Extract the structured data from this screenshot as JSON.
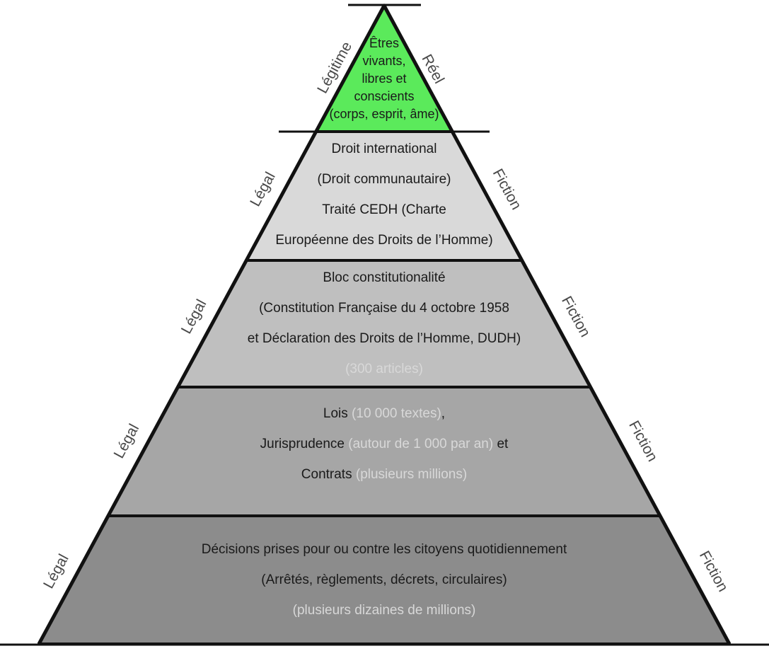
{
  "pyramid": {
    "apex": {
      "fill": "#5bea5b",
      "lines": [
        "Êtres",
        "vivants,",
        "libres et",
        "conscients",
        "(corps, esprit, âme)"
      ],
      "left_label": "Légitime",
      "right_label": "Réel"
    },
    "tiers": [
      {
        "fill": "#d9d9d9",
        "left_label": "Légal",
        "right_label": "Fiction",
        "lines": [
          [
            {
              "t": "Droit international"
            }
          ],
          [
            {
              "t": "(Droit communautaire)"
            }
          ],
          [
            {
              "t": "Traité CEDH (Charte"
            }
          ],
          [
            {
              "t": "Européenne des Droits de l’Homme)"
            }
          ]
        ]
      },
      {
        "fill": "#bfbfbf",
        "left_label": "Légal",
        "right_label": "Fiction",
        "lines": [
          [
            {
              "t": "Bloc constitutionalité"
            }
          ],
          [
            {
              "t": "(Constitution Française du 4 octobre 1958"
            }
          ],
          [
            {
              "t": "et Déclaration des Droits de l’Homme, DUDH)"
            }
          ],
          [
            {
              "t": "(300 articles)",
              "dim": true
            }
          ]
        ]
      },
      {
        "fill": "#a6a6a6",
        "left_label": "Légal",
        "right_label": "Fiction",
        "lines": [
          [
            {
              "t": "Lois "
            },
            {
              "t": "(10 000 textes)",
              "dim": true
            },
            {
              "t": ","
            }
          ],
          [
            {
              "t": "Jurisprudence "
            },
            {
              "t": "(autour de 1 000 par an)",
              "dim": true
            },
            {
              "t": " et"
            }
          ],
          [
            {
              "t": "Contrats "
            },
            {
              "t": "(plusieurs millions)",
              "dim": true
            }
          ]
        ]
      },
      {
        "fill": "#8c8c8c",
        "left_label": "Légal",
        "right_label": "Fiction",
        "lines": [
          [
            {
              "t": "Décisions prises pour ou contre les citoyens quotidiennement"
            }
          ],
          [
            {
              "t": "(Arrêtés, règlements, décrets, circulaires)"
            }
          ],
          [
            {
              "t": "(plusieurs dizaines de millions)",
              "dim": true
            }
          ]
        ]
      }
    ]
  }
}
